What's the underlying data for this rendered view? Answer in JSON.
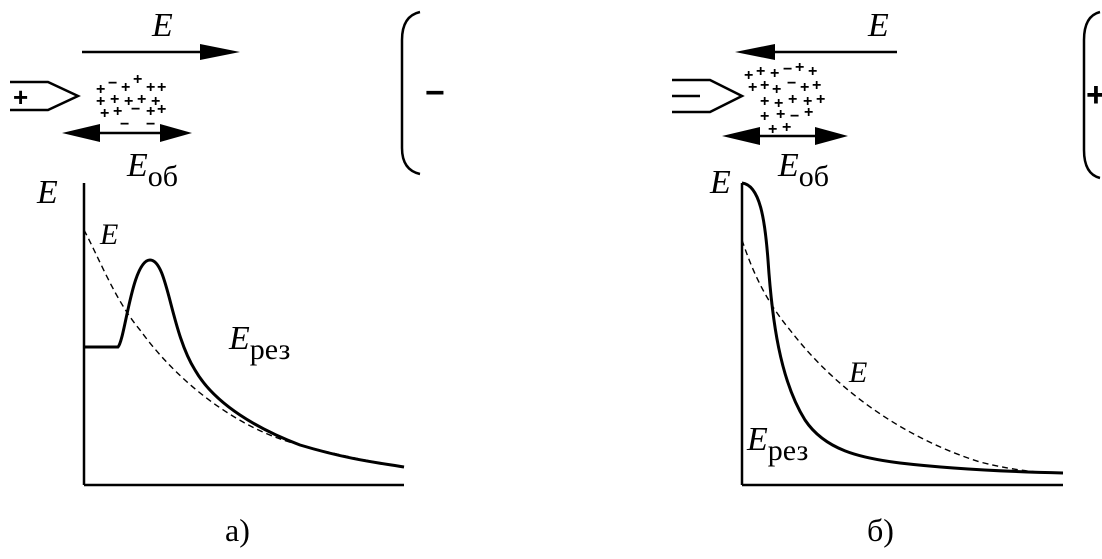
{
  "panel_a": {
    "caption": "а)",
    "field_label": "E",
    "space_charge_field_main": "E",
    "space_charge_field_sub": "об",
    "axis_label": "E",
    "curve_e_label": "E",
    "curve_res_main": "E",
    "curve_res_sub": "рез",
    "electrode_sign": "+",
    "counter_electrode_sign": "−"
  },
  "panel_b": {
    "caption": "б)",
    "field_label": "E",
    "space_charge_field_main": "E",
    "space_charge_field_sub": "об",
    "axis_label": "E",
    "curve_e_label": "E",
    "curve_res_main": "E",
    "curve_res_sub": "рез",
    "electrode_sign": "−",
    "counter_electrode_sign": "+"
  }
}
